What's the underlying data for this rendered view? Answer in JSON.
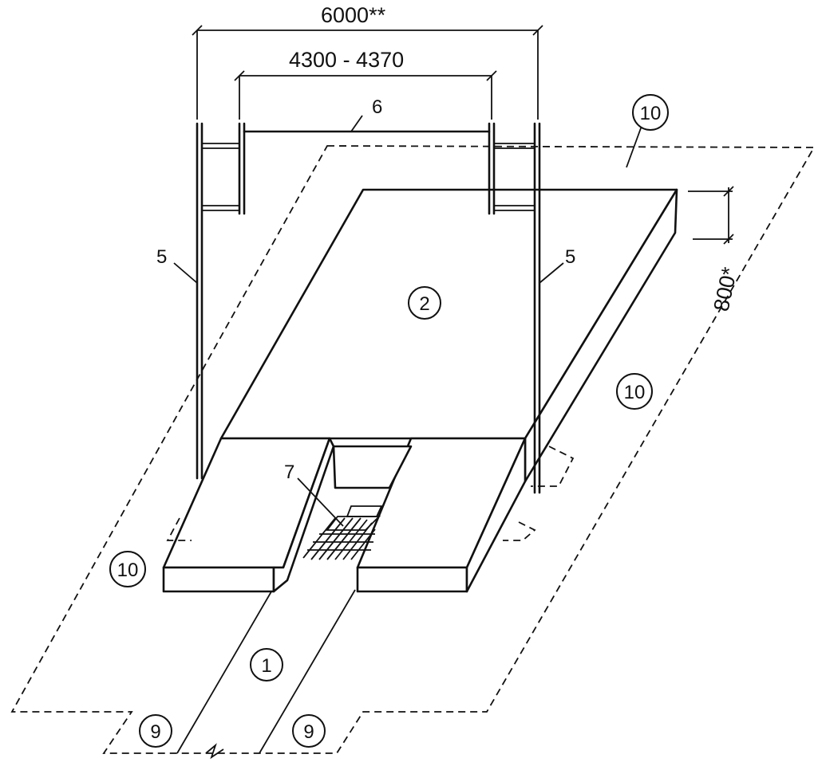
{
  "dimensions": {
    "overall_width": "6000**",
    "post_spacing": "4300 - 4370",
    "height": "800*"
  },
  "labels": {
    "runway": "1",
    "mat": "2",
    "post_left": "5",
    "post_right": "5",
    "bar": "6",
    "pit": "7",
    "zone_bottom_left": "9",
    "zone_bottom_right": "9",
    "zone_top": "10",
    "zone_right": "10",
    "zone_left": "10"
  },
  "colors": {
    "ink": "#111111",
    "background": "#ffffff"
  }
}
